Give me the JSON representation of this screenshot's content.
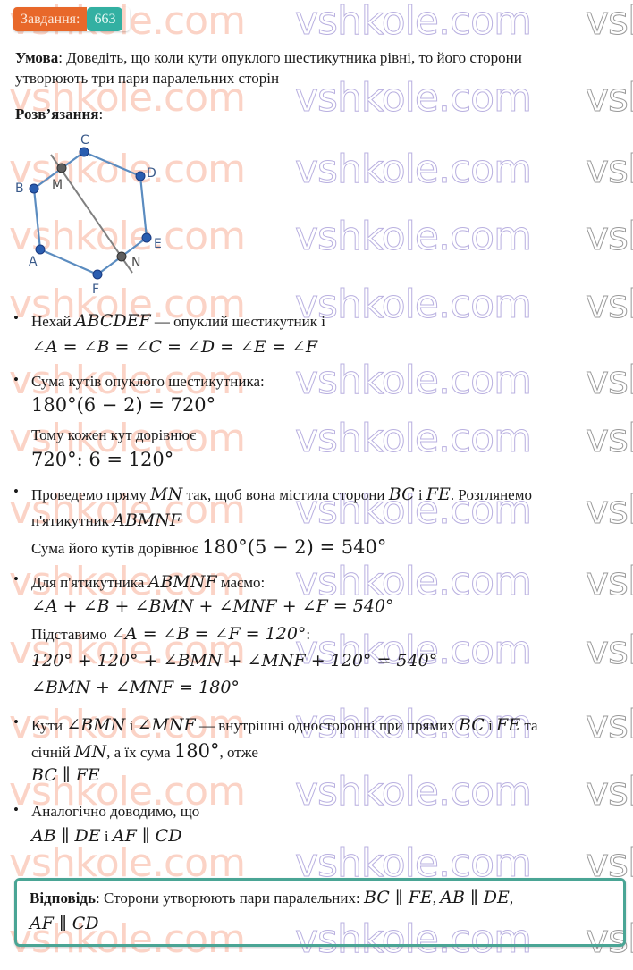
{
  "watermark": {
    "text": "vshkole.com",
    "partial": "vsl"
  },
  "badge": {
    "label": "Завдання:",
    "number": "663",
    "label_color": "#e8682a",
    "number_color": "#33b0a2"
  },
  "condition": {
    "label": "Умова",
    "text_line1": ": Доведіть, що коли кути опуклого шестикутника рівні, то його сторони",
    "text_line2": "утворюють три пари паралельних сторін"
  },
  "solution": {
    "label": "Розв’язання",
    "colon": ":"
  },
  "figure": {
    "points": {
      "A": {
        "label": "A"
      },
      "B": {
        "label": "B"
      },
      "C": {
        "label": "C"
      },
      "D": {
        "label": "D"
      },
      "E": {
        "label": "E"
      },
      "F": {
        "label": "F"
      },
      "M": {
        "label": "M"
      },
      "N": {
        "label": "N"
      }
    },
    "colors": {
      "polygon": "#5b8cc0",
      "vertex": "#2a5db0",
      "line": "#808080",
      "intersection": "#555555",
      "label": "#3a5a8a"
    }
  },
  "steps": [
    {
      "l1_text": "Нехай ",
      "l1_math": "ABCDEF",
      "l1_rest": " — опуклий шестикутник і",
      "l2_math": "∠A = ∠B = ∠C = ∠D = ∠E = ∠F"
    },
    {
      "l1_text": "Сума кутів опуклого шестикутника:",
      "l2_math": "180°(6 − 2) = 720°",
      "l3_text": "Тому кожен кут дорівнює",
      "l4_math": "720°: 6 = 120°"
    },
    {
      "l1_a": "Проведемо пряму ",
      "l1_m1": "MN",
      "l1_b": " так, щоб вона містила сторони ",
      "l1_m2": "BC",
      "l1_c": " і ",
      "l1_m3": "FE",
      "l1_d": ". Розглянемо",
      "l2_a": "п'ятикутник ",
      "l2_m": "ABMNF",
      "l3_a": "Сума його кутів дорівнює ",
      "l3_m": "180°(5 − 2) = 540°"
    },
    {
      "l1_a": "Для п'ятикутника ",
      "l1_m": "ABMNF",
      "l1_b": " маємо:",
      "l2_math": "∠A + ∠B + ∠BMN + ∠MNF + ∠F = 540°",
      "l3_a": "Підставимо ",
      "l3_m": "∠A = ∠B = ∠F = 120°",
      "l3_b": ":",
      "l4_math": "120° + 120° + ∠BMN + ∠MNF + 120° = 540°",
      "l5_math": "∠BMN + ∠MNF = 180°"
    },
    {
      "l1_a": "Кути ",
      "l1_m1": "∠BMN",
      "l1_b": " і ",
      "l1_m2": "∠MNF",
      "l1_c": " — внутрішні односторонні при прямих ",
      "l1_m3": "BC",
      "l1_d": " і ",
      "l1_m4": "FE",
      "l1_e": " та",
      "l2_a": "січній ",
      "l2_m1": "MN",
      "l2_b": ", а їх сума ",
      "l2_m2": "180°",
      "l2_c": ", отже",
      "l3_math": "BC ∥ FE"
    },
    {
      "l1_text": "Аналогічно доводимо, що",
      "l2_m1": "AB ∥ DE",
      "l2_a": " і ",
      "l2_m2": "AF ∥ CD"
    }
  ],
  "answer": {
    "label": "Відповідь",
    "text": ": Сторони утворюють пари паралельних: ",
    "m1": "BC ∥ FE",
    "sep1": ", ",
    "m2": "AB ∥ DE",
    "sep2": ",",
    "m3": "AF ∥ CD",
    "border_color": "#4aa595"
  }
}
